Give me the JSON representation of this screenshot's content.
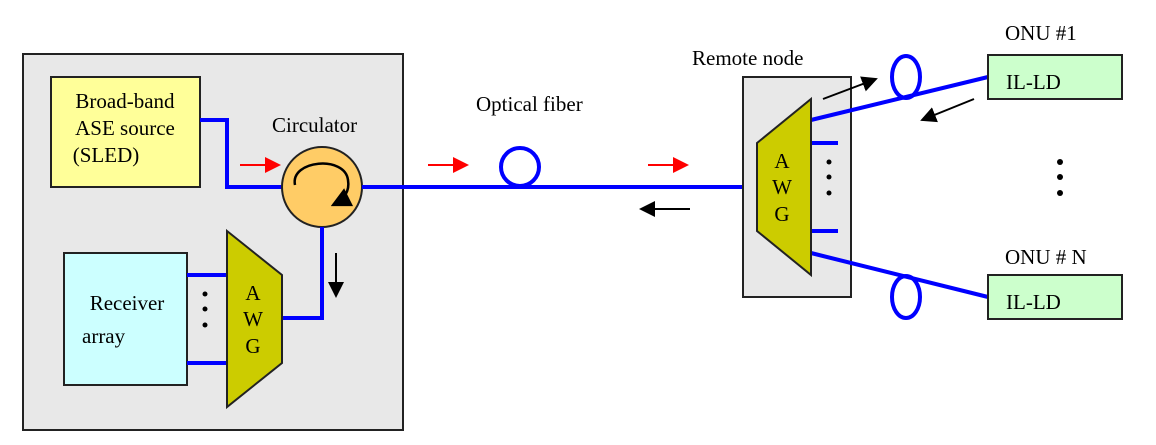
{
  "olt": {
    "source_lines": [
      "Broad-band",
      "ASE source",
      "(SLED)"
    ],
    "circulator_label": "Circulator",
    "receiver_lines": [
      "Receiver",
      "array"
    ],
    "awg_letters": [
      "A",
      "W",
      "G"
    ]
  },
  "fiber_label": "Optical fiber",
  "remote_node": {
    "label": "Remote node",
    "awg_letters": [
      "A",
      "W",
      "G"
    ]
  },
  "onus": [
    {
      "label": "ONU #1",
      "device": "IL-LD"
    },
    {
      "label": "ONU # N",
      "device": "IL-LD"
    }
  ],
  "colors": {
    "fiber": "#0000ff",
    "downstream_arrow": "#ff0000",
    "upstream_arrow": "#000000",
    "source": "#ffff99",
    "receiver": "#ccffff",
    "awg": "#cccc00",
    "circulator": "#ffcc66",
    "onu": "#ccffcc",
    "enclosure": "#e8e8e8"
  }
}
